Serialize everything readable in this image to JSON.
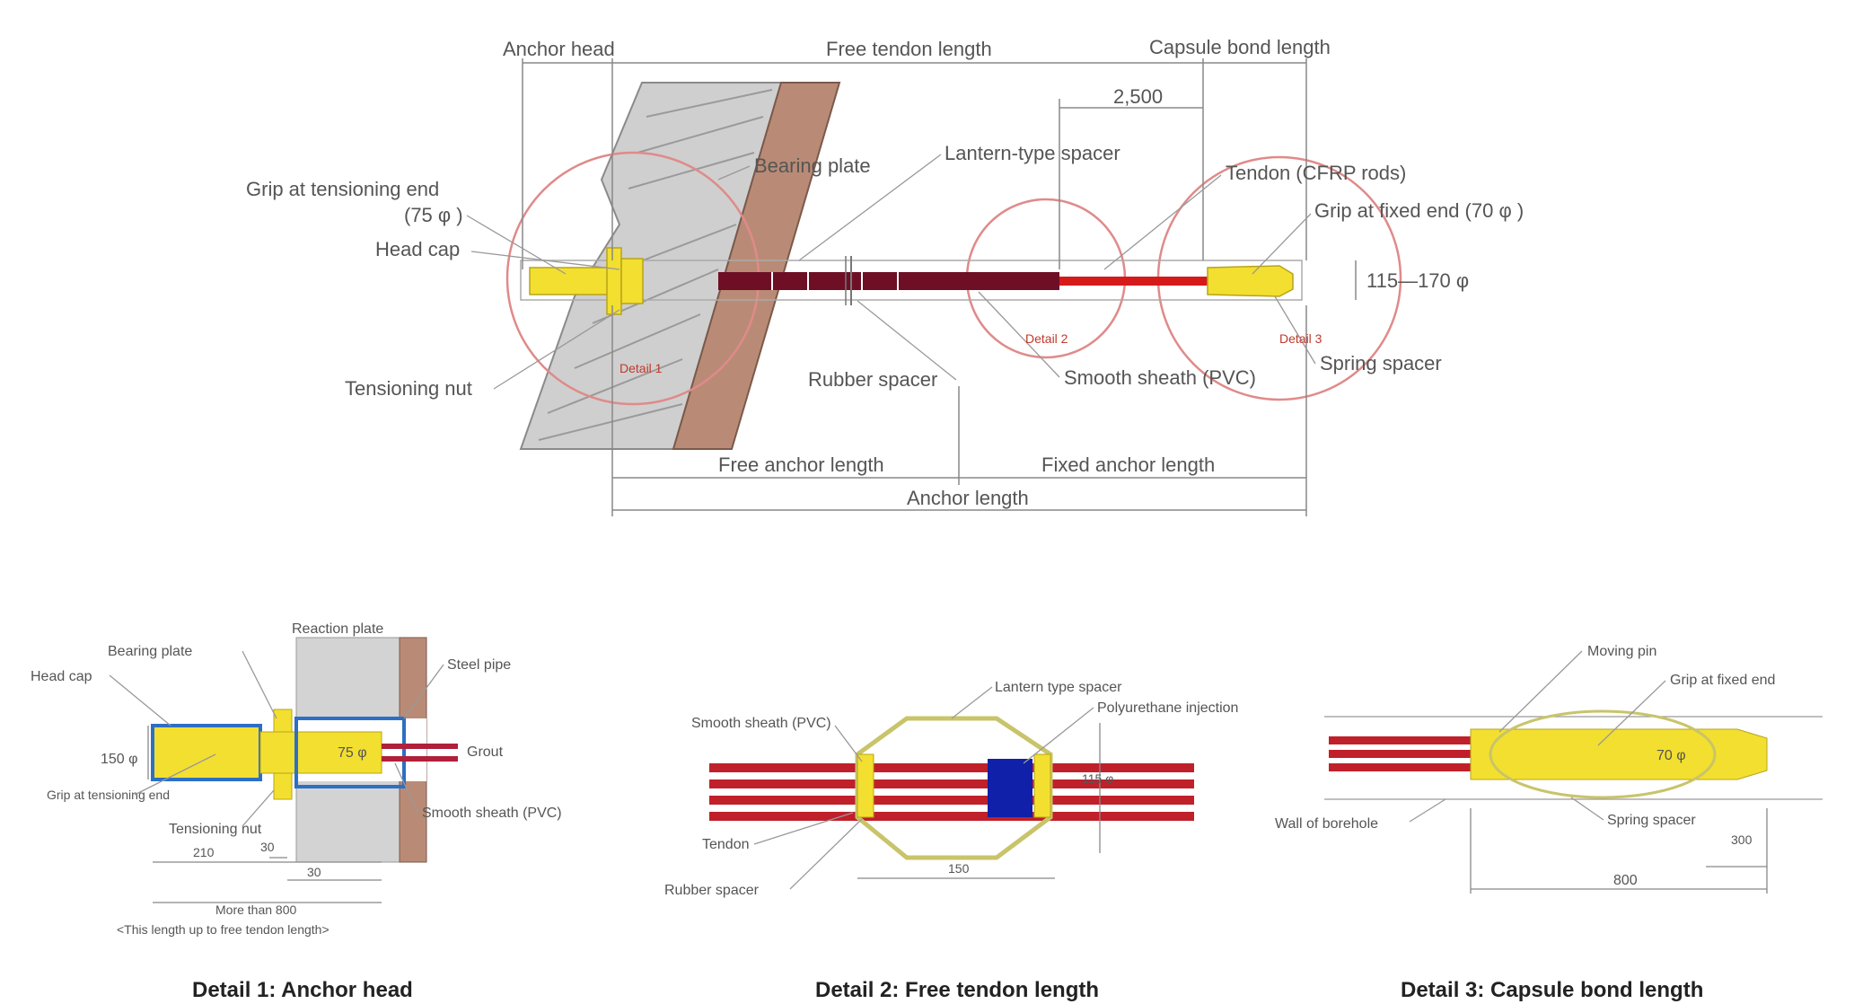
{
  "main": {
    "top_labels": {
      "anchor_head": "Anchor head",
      "free_tendon_length": "Free tendon length",
      "capsule_bond_length": "Capsule bond length",
      "dim_2500": "2,500",
      "bearing_plate": "Bearing plate",
      "lantern_spacer": "Lantern-type spacer",
      "tendon": "Tendon (CFRP rods)",
      "grip_tensioning": "Grip at tensioning end",
      "grip_tensioning_dia": "(75 φ )",
      "head_cap": "Head cap",
      "grip_fixed": "Grip at fixed end (70 φ )",
      "dia_range": "115—170 φ",
      "tensioning_nut": "Tensioning nut",
      "rubber_spacer": "Rubber spacer",
      "smooth_sheath": "Smooth sheath (PVC)",
      "spring_spacer": "Spring spacer",
      "detail1_tag": "Detail 1",
      "detail2_tag": "Detail 2",
      "detail3_tag": "Detail 3",
      "free_anchor_length": "Free anchor length",
      "fixed_anchor_length": "Fixed anchor length",
      "anchor_length": "Anchor length"
    },
    "detail1": {
      "reaction_plate": "Reaction plate",
      "bearing_plate": "Bearing plate",
      "head_cap": "Head cap",
      "steel_pipe": "Steel pipe",
      "dia_150": "150 φ",
      "dia_75": "75 φ",
      "grout": "Grout",
      "grip_tensioning": "Grip at tensioning end",
      "tensioning_nut": "Tensioning nut",
      "smooth_sheath": "Smooth sheath (PVC)",
      "dim_210": "210",
      "dim_30_a": "30",
      "dim_30_b": "30",
      "more_than": "More than 800",
      "note": "<This length up to free tendon length>",
      "caption": "Detail 1: Anchor head"
    },
    "detail2": {
      "lantern_spacer": "Lantern type spacer",
      "polyurethane": "Polyurethane injection",
      "smooth_sheath": "Smooth sheath (PVC)",
      "tendon": "Tendon",
      "rubber_spacer": "Rubber spacer",
      "dim_150": "150",
      "dim_vert": "115 φ",
      "caption": "Detail 2: Free tendon length"
    },
    "detail3": {
      "moving_pin": "Moving pin",
      "grip_fixed": "Grip at fixed end",
      "dia_70": "70 φ",
      "wall": "Wall of borehole",
      "spring_spacer": "Spring spacer",
      "dim_300": "300",
      "dim_800": "800",
      "caption": "Detail 3: Capsule bond length"
    }
  },
  "colors": {
    "tendon_dark": "#6e0f26",
    "tendon_red": "#d61a1a",
    "grip_yellow": "#f3df2f",
    "rock_grey": "#c9c9c9",
    "soil_brown": "#b98b76",
    "detail_circle": "#e08a8a",
    "sheath_blue": "#2d6fc4",
    "injection_blue": "#1020a8"
  }
}
